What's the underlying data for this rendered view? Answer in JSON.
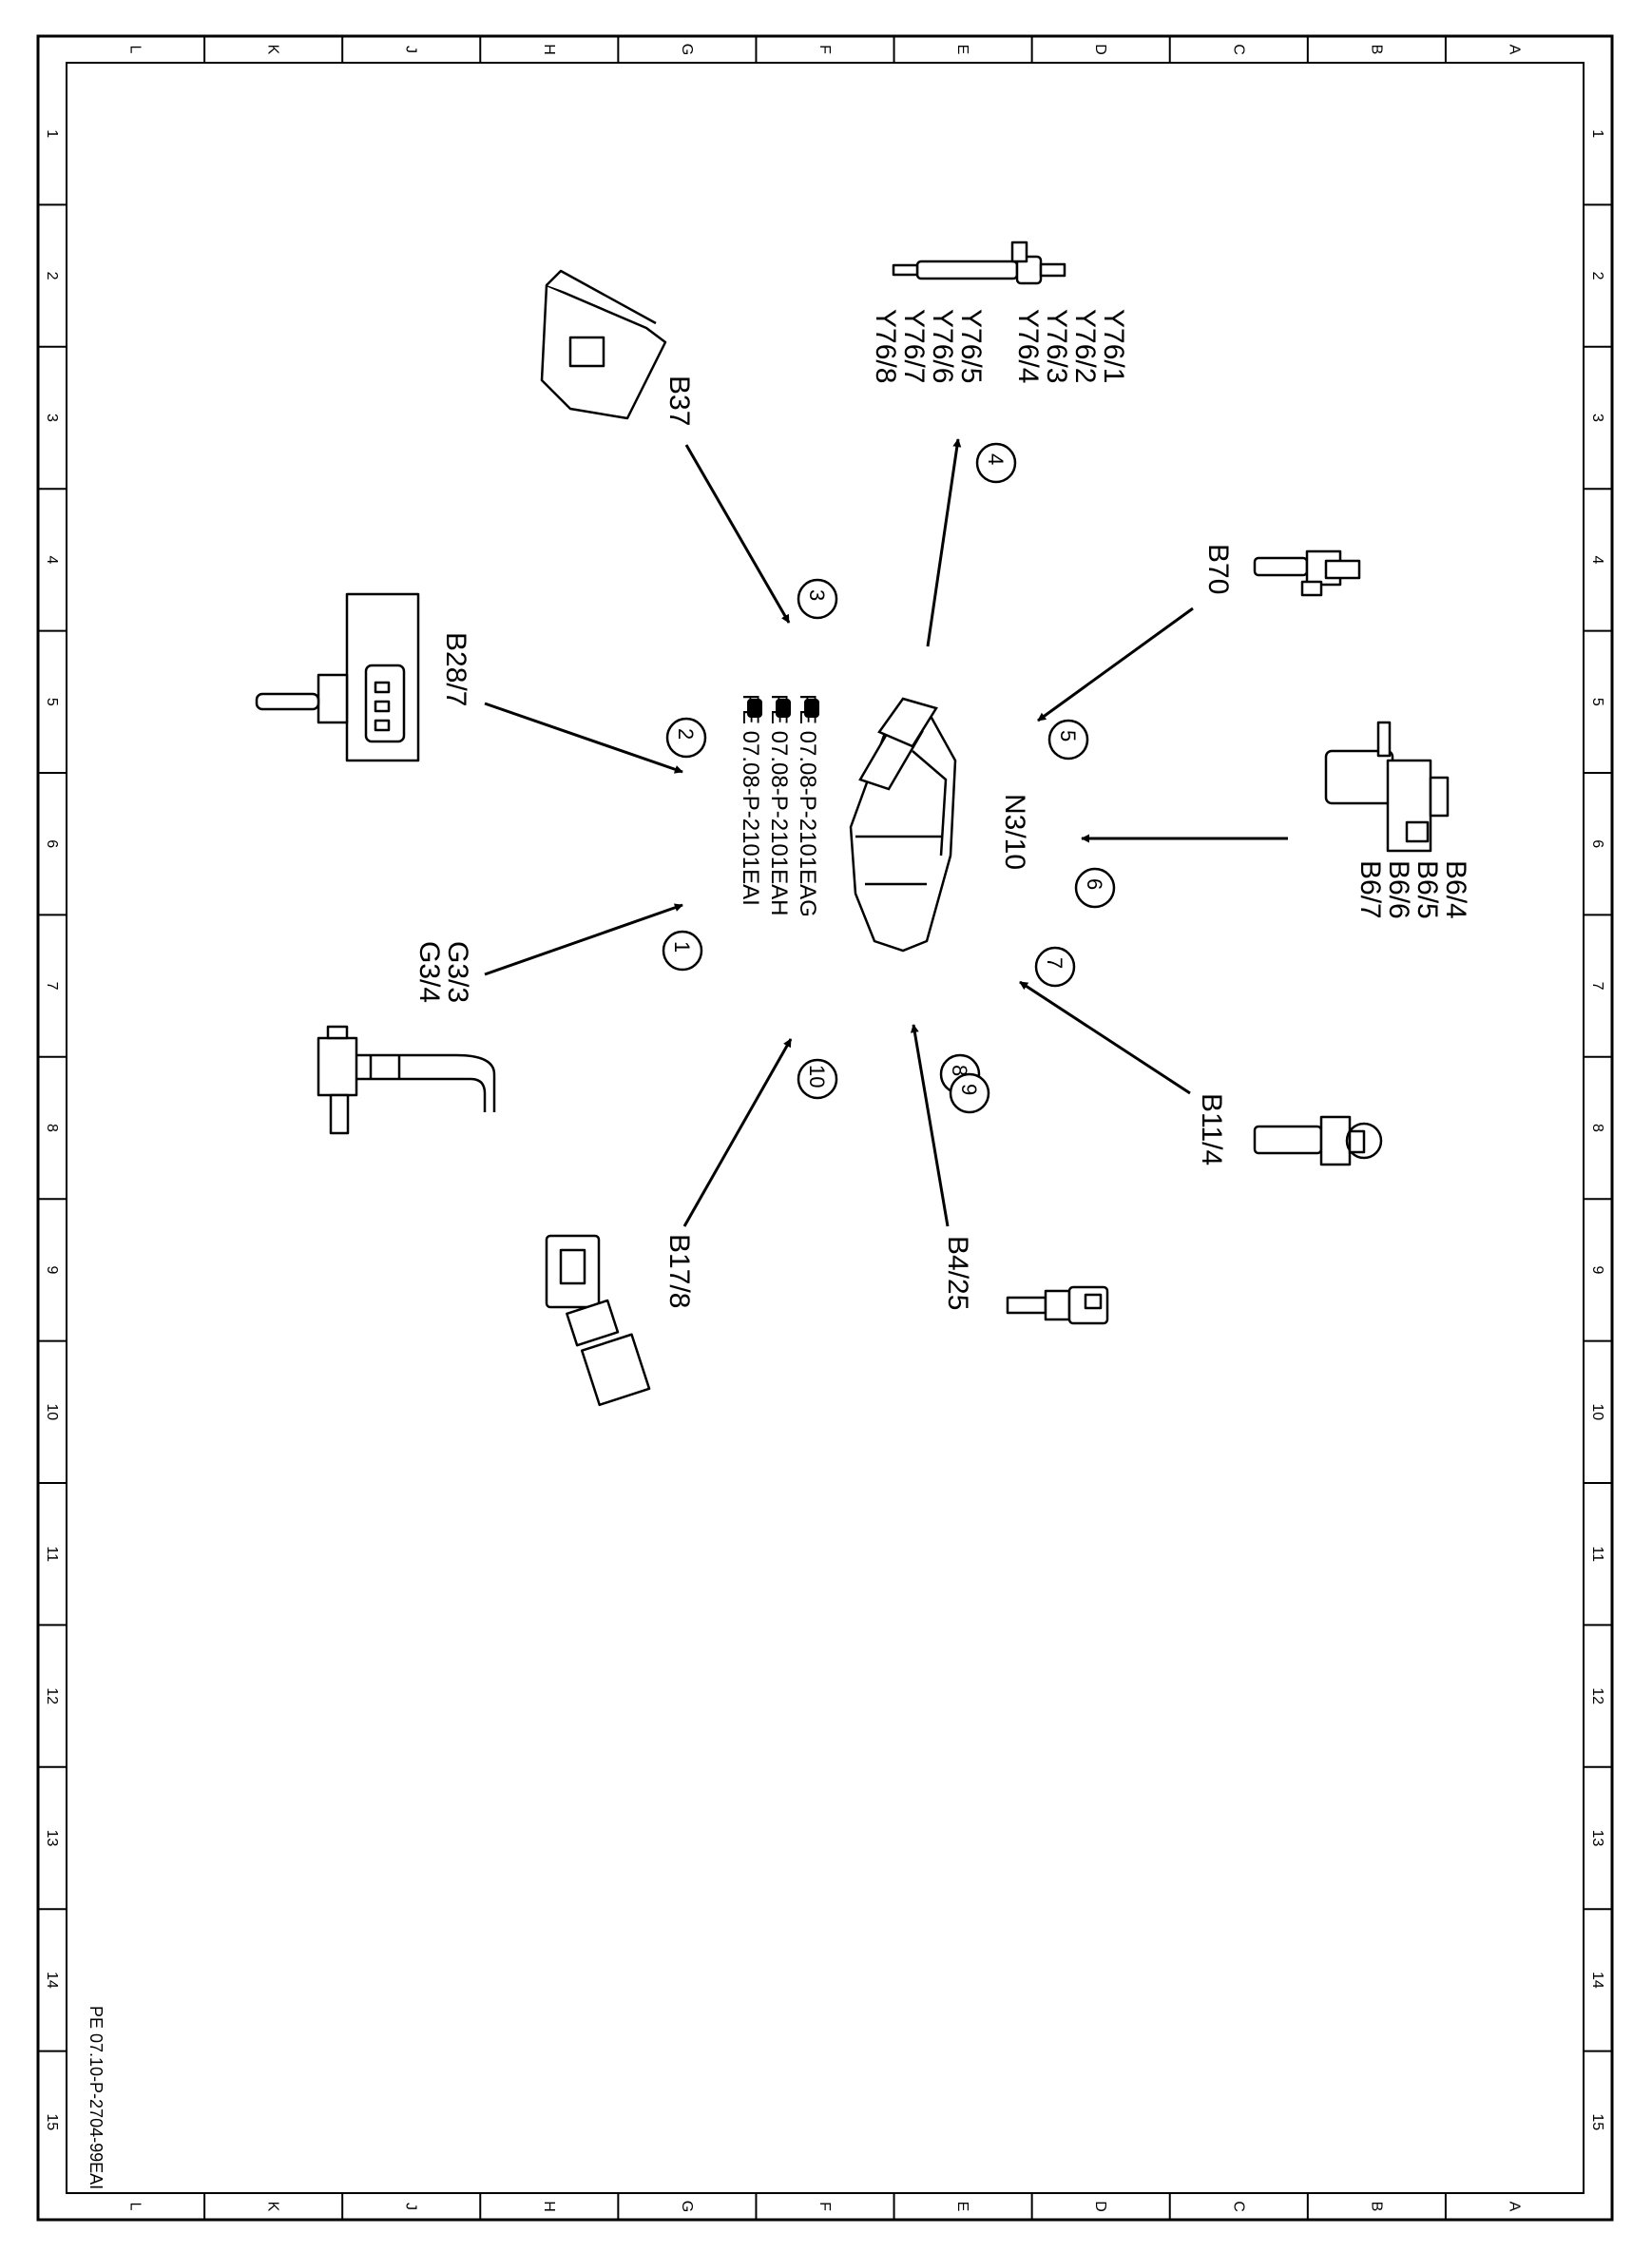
{
  "document_code": "PE 07.10-P-2704-99EAI",
  "grid": {
    "letters": [
      "A",
      "B",
      "C",
      "D",
      "E",
      "F",
      "G",
      "H",
      "J",
      "K",
      "L"
    ],
    "numbers": [
      "1",
      "2",
      "3",
      "4",
      "5",
      "6",
      "7",
      "8",
      "9",
      "10",
      "11",
      "12",
      "13",
      "14",
      "15"
    ]
  },
  "control_unit": {
    "label": "N3/10"
  },
  "references": {
    "items": [
      "PE 07.08-P-2101EAG",
      "PE 07.08-P-2101EAH",
      "PE 07.08-P-2101EAI"
    ]
  },
  "components": [
    {
      "number": "1",
      "labels": [
        "G3/3",
        "G3/4"
      ]
    },
    {
      "number": "2",
      "labels": [
        "B28/7"
      ]
    },
    {
      "number": "3",
      "labels": [
        "B37"
      ]
    },
    {
      "number": "4",
      "labels": [
        "Y76/1",
        "Y76/2",
        "Y76/3",
        "Y76/4",
        "Y76/5",
        "Y76/6",
        "Y76/7",
        "Y76/8"
      ]
    },
    {
      "number": "5",
      "labels": [
        "B70"
      ]
    },
    {
      "number": "6",
      "labels": [
        "B6/4",
        "B6/5",
        "B6/6",
        "B6/7"
      ]
    },
    {
      "number": "7",
      "labels": [
        "B11/4"
      ]
    },
    {
      "number": "8",
      "labels": [
        "B4/25"
      ]
    },
    {
      "number": "9",
      "labels": []
    },
    {
      "number": "10",
      "labels": [
        "B17/8"
      ]
    }
  ]
}
